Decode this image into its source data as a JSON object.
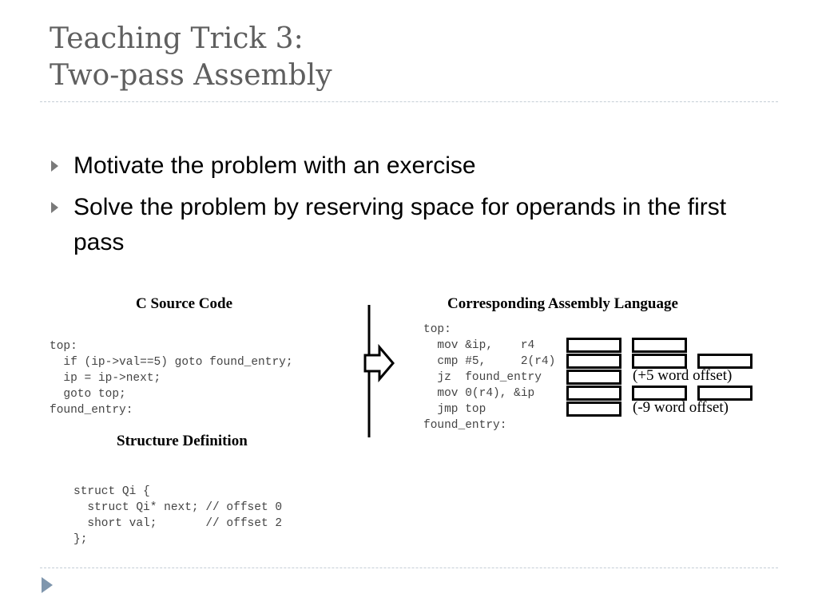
{
  "slide": {
    "title_line1": "Teaching Trick 3:",
    "title_line2": "Two-pass Assembly",
    "bullets": [
      "Motivate the problem with an exercise",
      "Solve the problem by reserving space for operands in the first pass"
    ]
  },
  "figure": {
    "c_source": {
      "heading": "C Source Code",
      "code": "top:\n  if (ip->val==5) goto found_entry;\n  ip = ip->next;\n  goto top;\nfound_entry:"
    },
    "structure": {
      "heading": "Structure Definition",
      "code": "struct Qi {\n  struct Qi* next; // offset 0\n  short val;       // offset 2\n};"
    },
    "assembly": {
      "heading": "Corresponding Assembly Language",
      "code": "top:\n  mov &ip,    r4\n  cmp #5,     2(r4)\n  jz  found_entry\n  mov 0(r4), &ip\n  jmp top\nfound_entry:",
      "offset_forward": "(+5 word offset)",
      "offset_backward": "(-9 word offset)"
    }
  },
  "colors": {
    "title": "#5f5f5f",
    "rule": "#c5ced6",
    "nav_arrow": "#7f96ad"
  },
  "icons": {
    "bullet": "triangle-right-icon",
    "nav": "triangle-right-icon",
    "transform": "arrow-right-icon"
  }
}
